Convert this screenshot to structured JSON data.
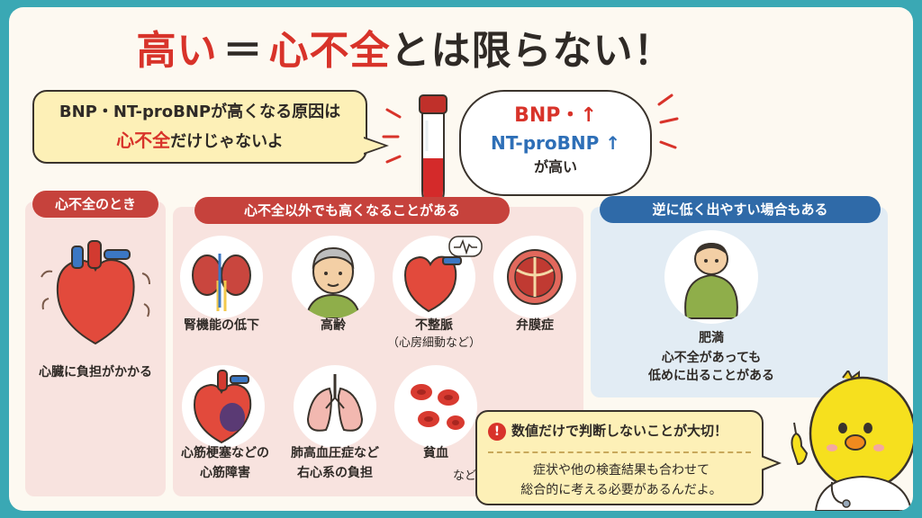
{
  "title": {
    "part1": "高い",
    "eq": "＝",
    "part2": "心不全",
    "part3": "とは限らない！"
  },
  "intro": {
    "line1": "BNP・NT-proBNPが高くなる原因は",
    "line2_red": "心不全",
    "line2_rest": "だけじゃないよ"
  },
  "result_bubble": {
    "bnp": "BNP・",
    "nt": "NT-proBNP",
    "high": "が高い",
    "arrow": "↑"
  },
  "heart_failure": {
    "header": "心不全のとき",
    "label": "心臓に負担がかかる"
  },
  "other_causes": {
    "header": "心不全以外でも高くなることがある",
    "items": [
      {
        "name": "腎機能の低下"
      },
      {
        "name": "高齢"
      },
      {
        "name": "不整脈",
        "sub": "（心房細動など）"
      },
      {
        "name": "弁膜症"
      },
      {
        "name": "心筋梗塞などの",
        "sub": "心筋障害"
      },
      {
        "name": "肺高血圧症など",
        "sub": "右心系の負担"
      },
      {
        "name": "貧血"
      }
    ],
    "etc": "など"
  },
  "low_cases": {
    "header": "逆に低く出やすい場合もある",
    "name": "肥満",
    "desc1": "心不全があっても",
    "desc2": "低めに出ることがある"
  },
  "note": {
    "icon": "!",
    "head": "数値だけで判断しないことが大切！",
    "line1": "症状や他の検査結果も合わせて",
    "line2": "総合的に考える必要があるんだよ。"
  },
  "colors": {
    "accent_red": "#d8332a",
    "accent_blue": "#2e6fb7",
    "frame_teal": "#3aa8b4",
    "note_yellow": "#fdf0b7"
  }
}
